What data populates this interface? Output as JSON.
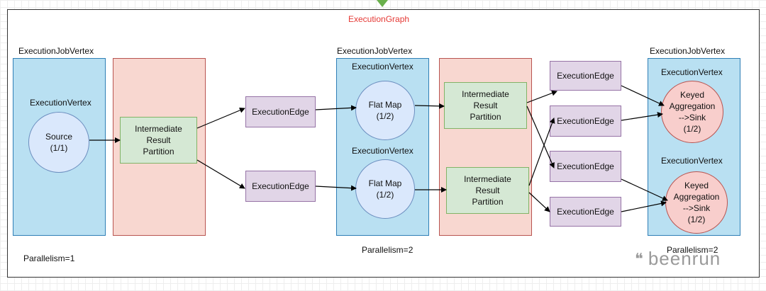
{
  "graph_title": "ExecutionGraph",
  "job_vertex_label": "ExecutionJobVertex",
  "vertex_label": "ExecutionVertex",
  "edge_label": "ExecutionEdge",
  "partition_label": "Intermediate\nResult\nPartition",
  "source_task": "Source\n(1/1)",
  "flatmap_task": "Flat Map\n(1/2)",
  "keyed_task": "Keyed\nAggregation\n-->Sink\n(1/2)",
  "parallelism_1": "Parallelism=1",
  "parallelism_2": "Parallelism=2",
  "watermark": "beenrun",
  "watermark_icon": "wechat-icon",
  "colors": {
    "job_vertex_fill": "#b9e0f2",
    "result_partition_fill": "#f8d7d0",
    "partition_fill": "#d5e8d4",
    "edge_fill": "#e1d5e7",
    "title": "#e53935"
  }
}
